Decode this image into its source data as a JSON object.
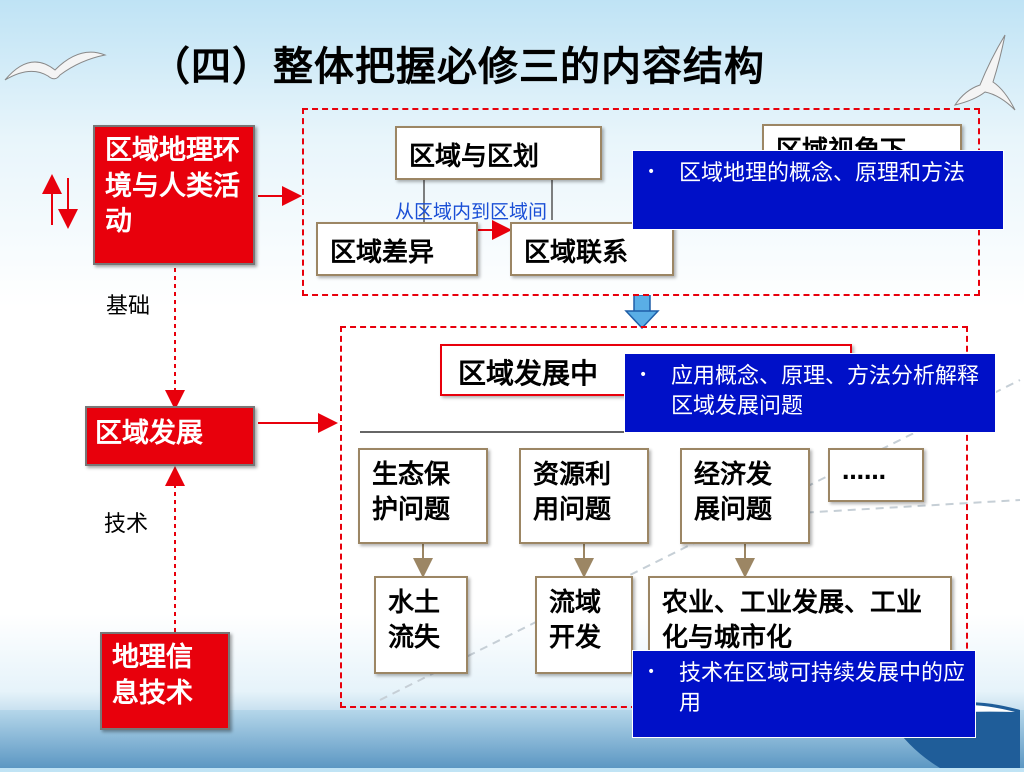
{
  "title": "（四）整体把握必修三的内容结构",
  "left": {
    "box1": "区域地理环境与人类活动",
    "label_basis": "基础",
    "box2": "区域发展",
    "label_tech": "技术",
    "box3": "地理信息技术"
  },
  "top_group": {
    "region_zoning": "区域与区划",
    "region_cognition": "区域视角下",
    "arrow_label": "从区域内到区域间",
    "region_difference": "区域差异",
    "region_connection": "区域联系"
  },
  "bottom_group": {
    "dev_issues": "区域发展中",
    "issues": [
      "生态保护问题",
      "资源利用问题",
      "经济发展问题",
      "……"
    ],
    "examples": [
      "水土流失",
      "流域开发",
      "农业、工业发展、工业化与城市化"
    ]
  },
  "callouts": [
    {
      "bullet": "•",
      "text": "区域地理的概念、原理和方法"
    },
    {
      "bullet": "•",
      "text": "应用概念、原理、方法分析解释区域发展问题"
    },
    {
      "bullet": "•",
      "text": "技术在区域可持续发展中的应用"
    }
  ],
  "colors": {
    "red": "#e8000c",
    "blue_callout": "#0010c8",
    "box_border": "#9c8664"
  }
}
